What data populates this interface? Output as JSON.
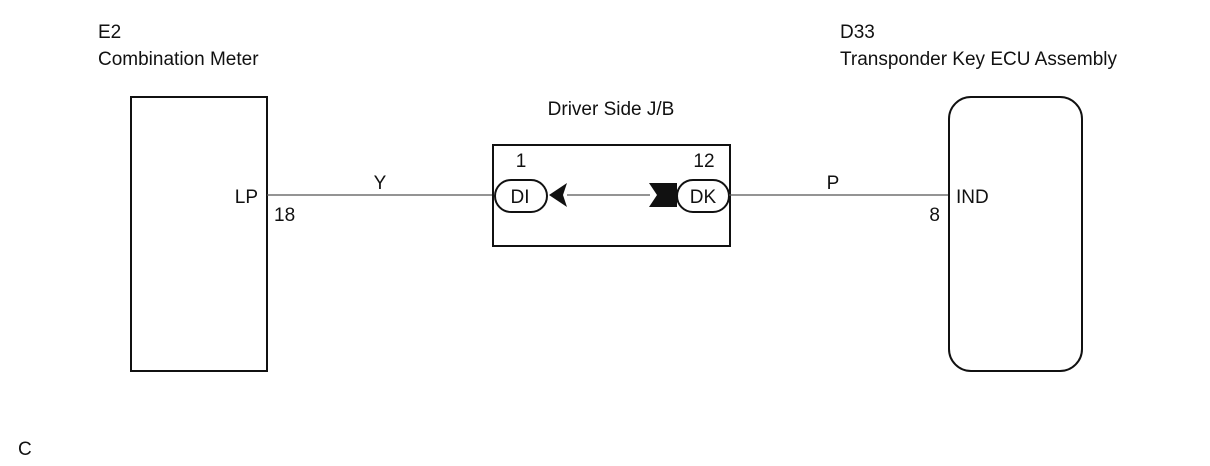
{
  "components": {
    "left": {
      "code": "E2",
      "name": "Combination Meter",
      "terminal_name": "LP",
      "pin": "18"
    },
    "right": {
      "code": "D33",
      "name": "Transponder Key ECU Assembly",
      "terminal_name": "IND",
      "pin": "8"
    },
    "junction": {
      "name": "Driver Side J/B",
      "left_connector": {
        "pin": "1",
        "code": "DI"
      },
      "right_connector": {
        "pin": "12",
        "code": "DK"
      }
    }
  },
  "wires": {
    "left_color": "Y",
    "right_color": "P"
  },
  "footer_code": "C"
}
